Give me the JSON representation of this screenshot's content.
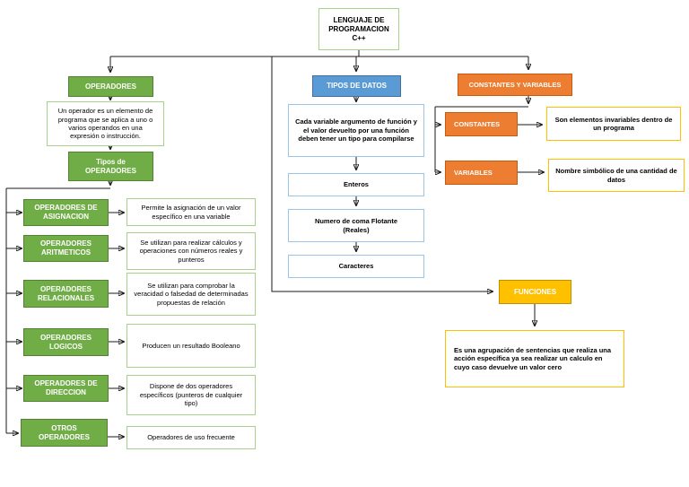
{
  "title": "LENGUAJE DE PROGRAMACION\nC++",
  "colors": {
    "green_fill": "#70AD47",
    "green_border": "#548235",
    "green_light_border": "#A9D18E",
    "blue_fill": "#5B9BD5",
    "blue_border": "#41719C",
    "blue_light_border": "#9DC3E6",
    "orange_fill": "#ED7D31",
    "orange_border": "#C55A11",
    "gold_fill": "#FFC000",
    "gold_border": "#BF9000",
    "connector": "#1a1a1a"
  },
  "operators": {
    "header": "OPERADORES",
    "definition": "Un operador es un elemento de programa que se aplica a uno o varios operandos en una expresión o instrucción.",
    "types_header": "Tipos de\nOPERADORES",
    "types": [
      {
        "label": "OPERADORES DE\nASIGNACION",
        "description": "Permite la asignación de un valor específico en una variable"
      },
      {
        "label": "OPERADORES\nARITMETICOS",
        "description": "Se utilizan para realizar cálculos y operaciones con números reales y punteros"
      },
      {
        "label": "OPERADORES\nRELACIONALES",
        "description": "Se utilizan para comprobar la veracidad o falsedad de determinadas propuestas de relación"
      },
      {
        "label": "OPERADORES\nLOGICOS",
        "description": "Producen un resultado Booleano"
      },
      {
        "label": "OPERADORES  DE\nDIRECCION",
        "description": "Dispone de dos operadores específicos (punteros de cualquier tipo)"
      },
      {
        "label": "OTROS\nOPERADORES",
        "description": "Operadores de uso frecuente"
      }
    ]
  },
  "data_types": {
    "header": "TIPOS DE DATOS",
    "definition": "Cada variable argumento de función y el valor devuelto por una función deben tener un tipo para compilarse",
    "items": [
      {
        "label": "Enteros"
      },
      {
        "label": "Numero de coma Flotante\n(Reales)"
      },
      {
        "label": "Caracteres"
      }
    ]
  },
  "constants_variables": {
    "header": "CONSTANTES Y VARIABLES",
    "items": [
      {
        "label": "CONSTANTES",
        "description": "Son elementos invariables dentro de un programa"
      },
      {
        "label": "VARIABLES",
        "description": "Nombre simbólico de una cantidad de datos"
      }
    ]
  },
  "functions": {
    "header": "FUNCIONES",
    "definition": "Es una agrupación de sentencias que realiza una acción específica ya sea realizar un calculo en cuyo caso devuelve un valor cero"
  }
}
